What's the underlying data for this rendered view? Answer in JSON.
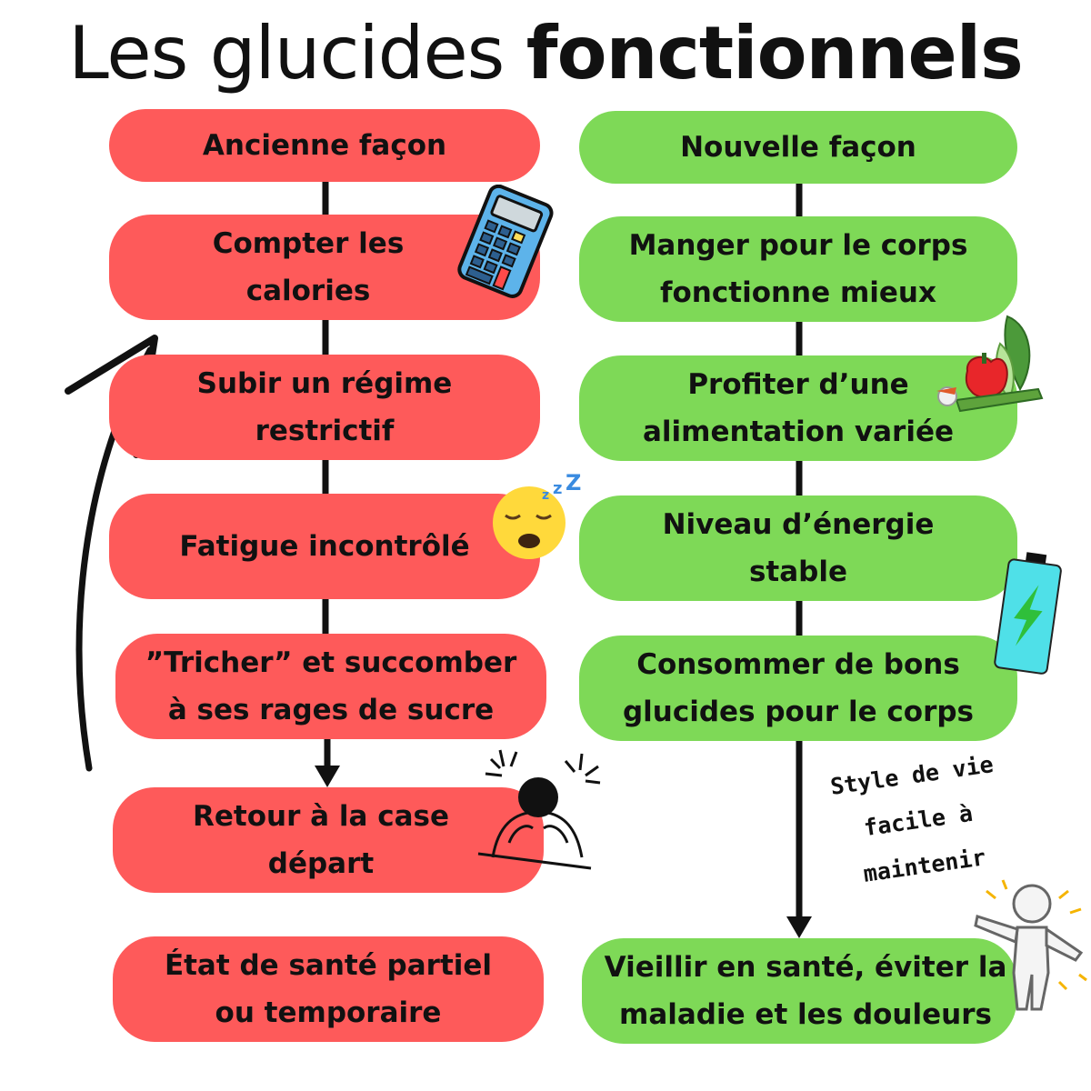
{
  "title": {
    "regular": "Les glucides",
    "bold": "fonctionnels"
  },
  "left_column": {
    "header": "Ancienne façon",
    "steps": [
      "Compter les\ncalories",
      "Subir un régime\nrestrictif",
      "Fatigue incontrôlé",
      "”Tricher” et succomber\nà ses rages de sucre",
      "Retour à la case\ndépart",
      "État de santé partiel\nou temporaire"
    ]
  },
  "right_column": {
    "header": "Nouvelle façon",
    "steps": [
      "Manger pour le corps\nfonctionne mieux",
      "Profiter d’une\nalimentation variée",
      "Niveau d’énergie\nstable",
      "Consommer de bons\nglucides pour le corps",
      "Vieillir en santé, éviter la\nmaladie et les douleurs"
    ]
  },
  "annotation": "Style de vie\nfacile à\nmaintenir",
  "icons": [
    "calculator-icon",
    "vegetables-icon",
    "sleepy-face-icon",
    "battery-icon",
    "stressed-person-icon",
    "happy-person-icon",
    "cycle-arrow-icon"
  ],
  "colors": {
    "old_way": "#fe5a5a",
    "new_way": "#7ed957",
    "line": "#111111"
  }
}
